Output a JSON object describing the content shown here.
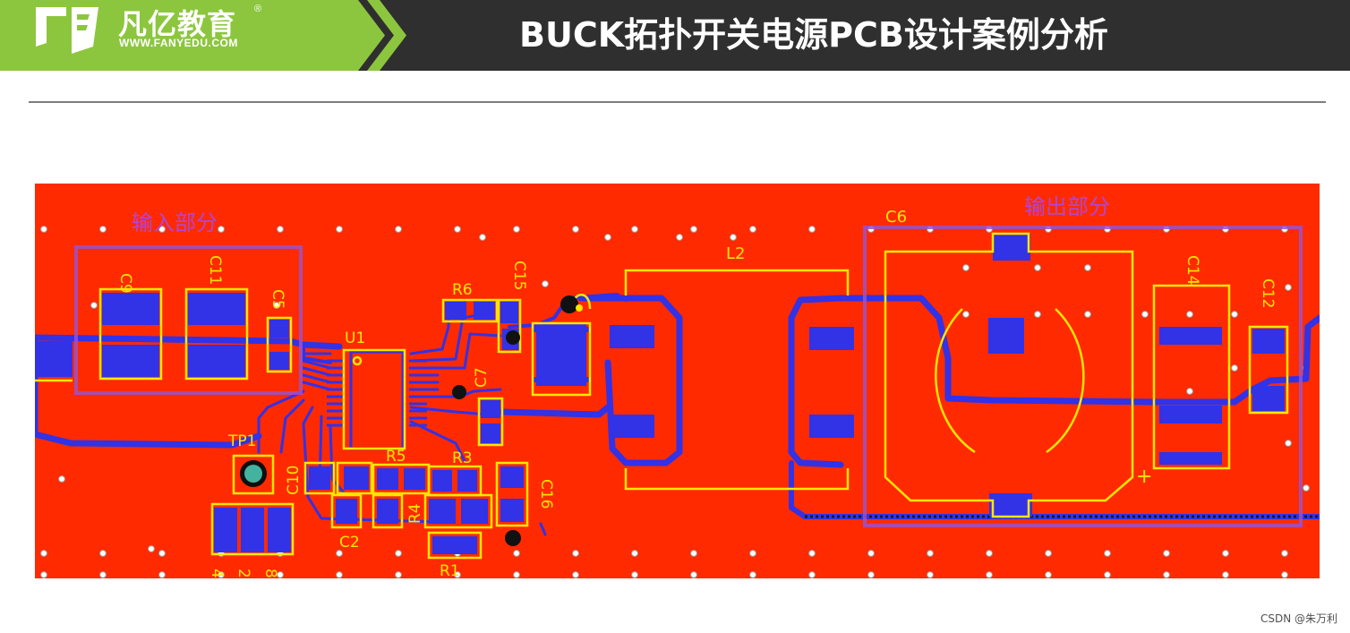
{
  "header": {
    "brand_name": "凡亿教育",
    "brand_mark": "®",
    "brand_url": "WWW.FANYEDU.COM",
    "title": "BUCK拓扑开关电源PCB设计案例分析",
    "colors": {
      "bar": "#2f2f2f",
      "logo_green": "#8cc63e"
    }
  },
  "pcb": {
    "colors": {
      "board": "#ff2a00",
      "copper": "#3232e6",
      "silk": "#ffe600",
      "region": "#9b52c8",
      "via": "#d9d9d9"
    },
    "regions": {
      "input": "输入部分",
      "output": "输出部分"
    },
    "designators": {
      "c9": "C9",
      "c11": "C11",
      "c5": "C5",
      "u1": "U1",
      "r6": "R6",
      "c15": "C15",
      "c7": "C7",
      "l2": "L2",
      "c6": "C6",
      "c14": "C14",
      "c12": "C12",
      "tp1": "TP1",
      "c10": "C10",
      "r5": "R5",
      "r3": "R3",
      "c2": "C2",
      "r4": "R4",
      "c16": "C16",
      "r1": "R1",
      "n4": "4",
      "n2": "2",
      "n8": "8"
    },
    "plus_sign": "+"
  },
  "watermark": "CSDN @朱万利"
}
